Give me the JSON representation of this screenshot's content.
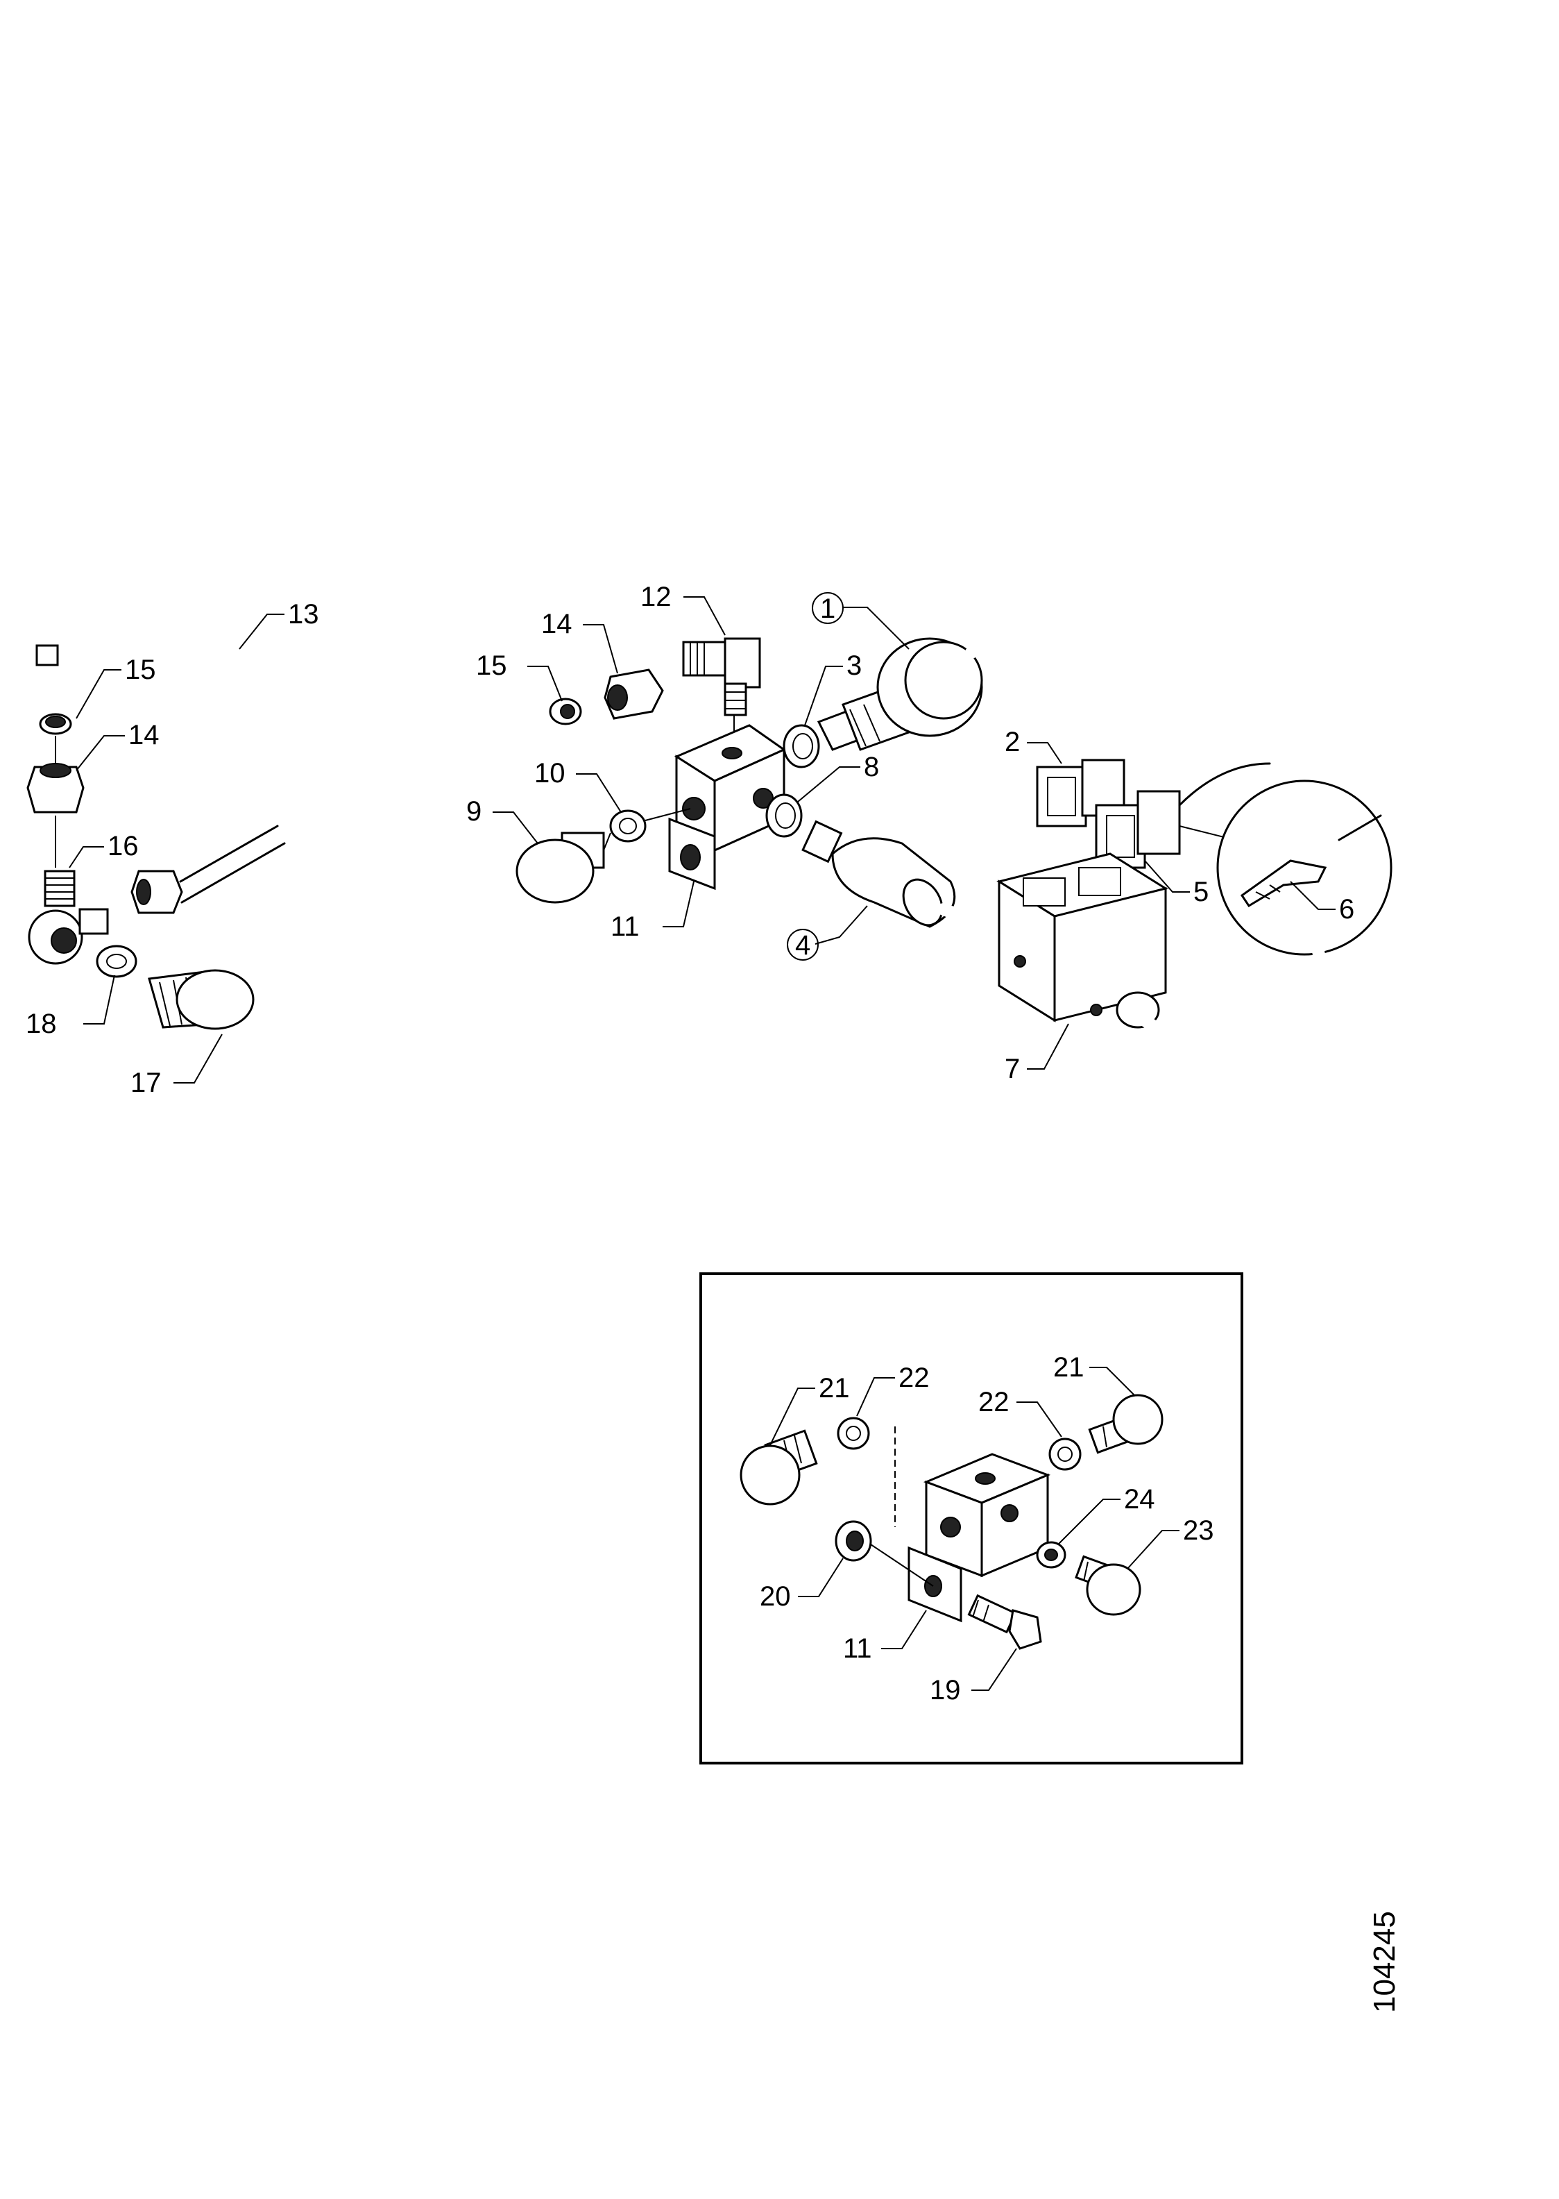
{
  "diagram": {
    "main_labels": {
      "l1": "1",
      "l2": "2",
      "l3": "3",
      "l4": "4",
      "l5": "5",
      "l6": "6",
      "l7": "7",
      "l8": "8",
      "l9": "9",
      "l10": "10",
      "l11": "11",
      "l12": "12",
      "l13": "13",
      "l14a": "14",
      "l14b": "14",
      "l15a": "15",
      "l15b": "15",
      "l16": "16",
      "l17": "17",
      "l18": "18"
    },
    "inset_labels": {
      "l21a": "21",
      "l22a": "22",
      "l21b": "21",
      "l22b": "22",
      "l24": "24",
      "l23": "23",
      "l20": "20",
      "l11": "11",
      "l19": "19"
    },
    "figure_number": "104245"
  }
}
